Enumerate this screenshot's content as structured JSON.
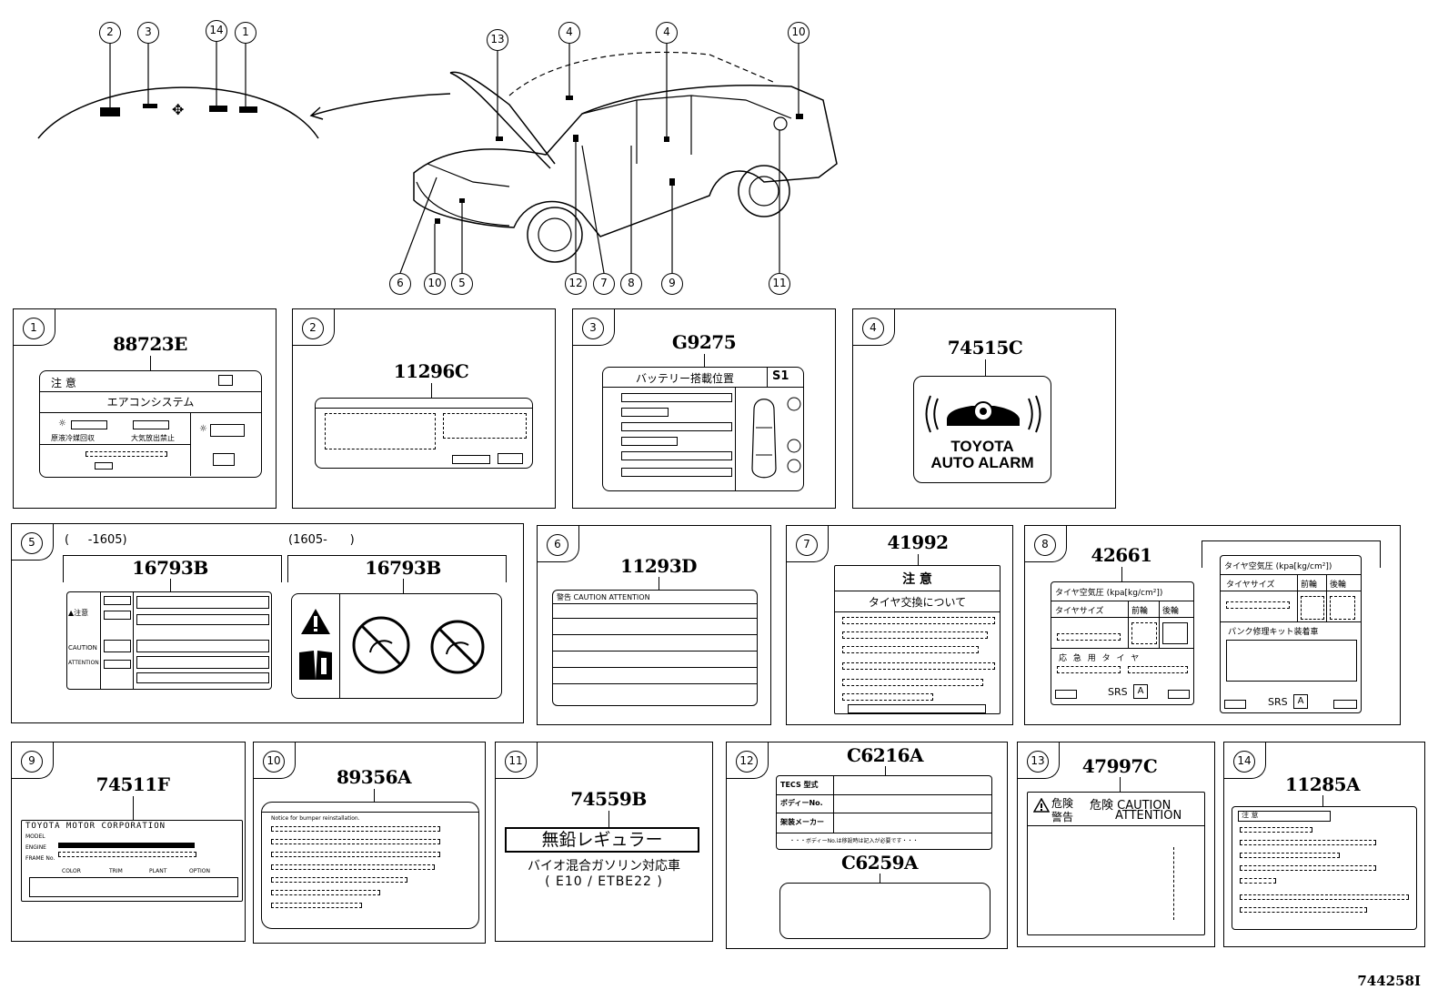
{
  "overview": {
    "top_callouts": [
      "2",
      "3",
      "14",
      "1",
      "13",
      "4",
      "4",
      "10"
    ],
    "bottom_callouts": [
      "6",
      "10",
      "5",
      "12",
      "7",
      "8",
      "9",
      "11"
    ]
  },
  "panels": [
    {
      "num": "1",
      "part": "88723E",
      "title": "注 意",
      "subtitle": "エアコンシステム",
      "t1": "原液冷媒回収",
      "t2": "大気放出禁止"
    },
    {
      "num": "2",
      "part": "11296C"
    },
    {
      "num": "3",
      "part": "G9275",
      "title": "バッテリー搭載位置",
      "badge": "S1"
    },
    {
      "num": "4",
      "part": "74515C",
      "line1": "TOYOTA",
      "line2": "AUTO ALARM"
    },
    {
      "num": "5",
      "range_a": "(     -1605)",
      "range_b": "(1605-      )",
      "part_a": "16793B",
      "part_b": "16793B",
      "t1": "▲注意",
      "t2": "CAUTION",
      "t3": "ATTENTION"
    },
    {
      "num": "6",
      "part": "11293D",
      "head": "警告 CAUTION ATTENTION"
    },
    {
      "num": "7",
      "part": "41992",
      "title": "注 意",
      "subtitle": "タイヤ交換について"
    },
    {
      "num": "8",
      "part": "42661",
      "title": "タイヤ空気圧 (kpa[kg/cm²])",
      "size": "タイヤサイズ",
      "front": "前輪",
      "rear": "後輪",
      "spare": "応 急 用 タ イ ヤ",
      "kit": "パンク修理キット装着車",
      "srs": "SRS",
      "srs_box": "A"
    },
    {
      "num": "9",
      "part": "74511F",
      "head": "TOYOTA MOTOR CORPORATION",
      "r1": "MODEL",
      "r2": "ENGINE",
      "r3": "FRAME No.",
      "c1": "COLOR",
      "c2": "TRIM",
      "c3": "PLANT",
      "c4": "OPTION"
    },
    {
      "num": "10",
      "part": "89356A",
      "line": "Notice for bumper reinstallation."
    },
    {
      "num": "11",
      "part": "74559B",
      "title": "無鉛レギュラー",
      "line2": "バイオ混合ガソリン対応車",
      "line3": "( E10 / ETBE22 )"
    },
    {
      "num": "12",
      "part_a": "C6216A",
      "part_b": "C6259A",
      "r1": "TECS 型式",
      "r2": "ボディーNo.",
      "r3": "架装メーカー",
      "foot": "・・・ボディーNo.は移設時は記入が必要です・・・"
    },
    {
      "num": "13",
      "part": "47997C",
      "l1": "危険",
      "l2": "警告",
      "l3": "危険 CAUTION",
      "l4": "ATTENTION"
    },
    {
      "num": "14",
      "part": "11285A",
      "head": "注 意"
    }
  ],
  "reference": "744258I"
}
